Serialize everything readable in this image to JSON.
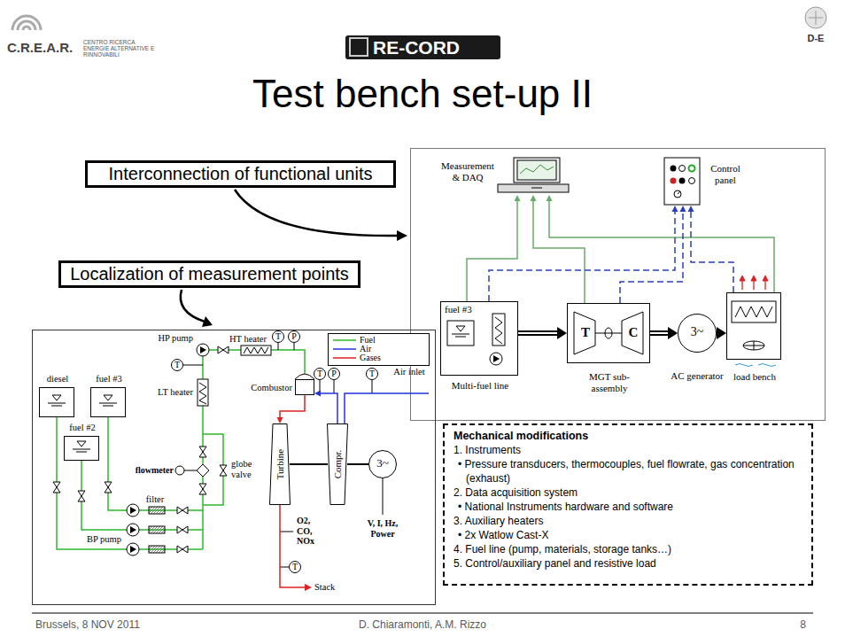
{
  "diagram": {
    "title": "Test bench set-up II",
    "nodes": [
      {
        "text": [
          "Interconnection of functional units"
        ]
      },
      {
        "text": [
          "Localization of measurement points"
        ]
      },
      {
        "text": [
          "Measurement & DAQ"
        ]
      },
      {
        "text": [
          "Control panel"
        ]
      },
      {
        "text": [
          "fuel #3",
          "Multi-fuel line"
        ]
      },
      {
        "text": [
          "T",
          "C",
          "MGT sub-assembly"
        ]
      },
      {
        "text": [
          "3~",
          "AC generator"
        ]
      },
      {
        "text": [
          "load bench"
        ]
      },
      {
        "text": [
          "diesel"
        ]
      },
      {
        "text": [
          "fuel #3"
        ]
      },
      {
        "text": [
          "fuel #2"
        ]
      },
      {
        "text": [
          "T"
        ]
      },
      {
        "text": [
          "T"
        ]
      },
      {
        "text": [
          "P"
        ]
      },
      {
        "text": [
          "Combustor"
        ]
      },
      {
        "text": [
          "T"
        ]
      },
      {
        "text": [
          "P"
        ]
      },
      {
        "text": [
          "T"
        ]
      },
      {
        "text": [
          "Turbine"
        ]
      },
      {
        "text": [
          "Compr."
        ]
      },
      {
        "text": [
          "3~"
        ]
      },
      {
        "text": [
          "T"
        ]
      },
      {
        "text": [
          "Mechanical modifications",
          "1. Instruments",
          "• Pressure transducers, thermocouples, fuel flowrate, gas concentration (exhaust)",
          "2. Data acquisition system",
          "• National Instruments hardware and software",
          "3. Auxiliary heaters",
          "• 2x Watlow Cast-X",
          "4. Fuel line (pump, materials, storage tanks…)",
          "5. Control/auxiliary panel and resistive load"
        ]
      }
    ],
    "edges": [
      {
        "from": 4,
        "to": 5,
        "arrow": "to"
      },
      {
        "from": 5,
        "to": 6,
        "arrow": "to"
      },
      {
        "from": 6,
        "to": 7,
        "arrow": "to"
      },
      {
        "from": 4,
        "to": 2,
        "arrow": "to"
      },
      {
        "from": 5,
        "to": 2,
        "arrow": "to"
      },
      {
        "from": 7,
        "to": 2,
        "arrow": "to"
      },
      {
        "from": 4,
        "to": 3,
        "arrow": "to"
      },
      {
        "from": 5,
        "to": 3,
        "arrow": "to"
      },
      {
        "from": 7,
        "to": 3,
        "arrow": "to"
      },
      {
        "from": 19,
        "to": 14,
        "arrow": "to"
      },
      {
        "from": 14,
        "to": 18,
        "arrow": "to"
      },
      {
        "from": 18,
        "to": 19,
        "arrow": "none"
      },
      {
        "from": 19,
        "to": 20,
        "arrow": "none"
      }
    ],
    "labels": [
      "C.R.E.A.R.",
      "CENTRO RICERCA ENERGIE ALTERNATIVE E RINNOVABILI",
      "RE-CORD",
      "D-E",
      "HP pump",
      "HT heater",
      "LT heater",
      "globe valve",
      "flowmeter",
      "filter",
      "BP pump",
      "Air inlet",
      "O2, CO, NOx",
      "V, I, Hz, Power",
      "Stack",
      "Brussels, 8 NOV 2011",
      "D. Chiaramonti, A.M. Rizzo",
      "8"
    ],
    "legend": [
      {
        "text": "Fuel"
      },
      {
        "text": "Air"
      },
      {
        "text": "Gases"
      }
    ]
  }
}
